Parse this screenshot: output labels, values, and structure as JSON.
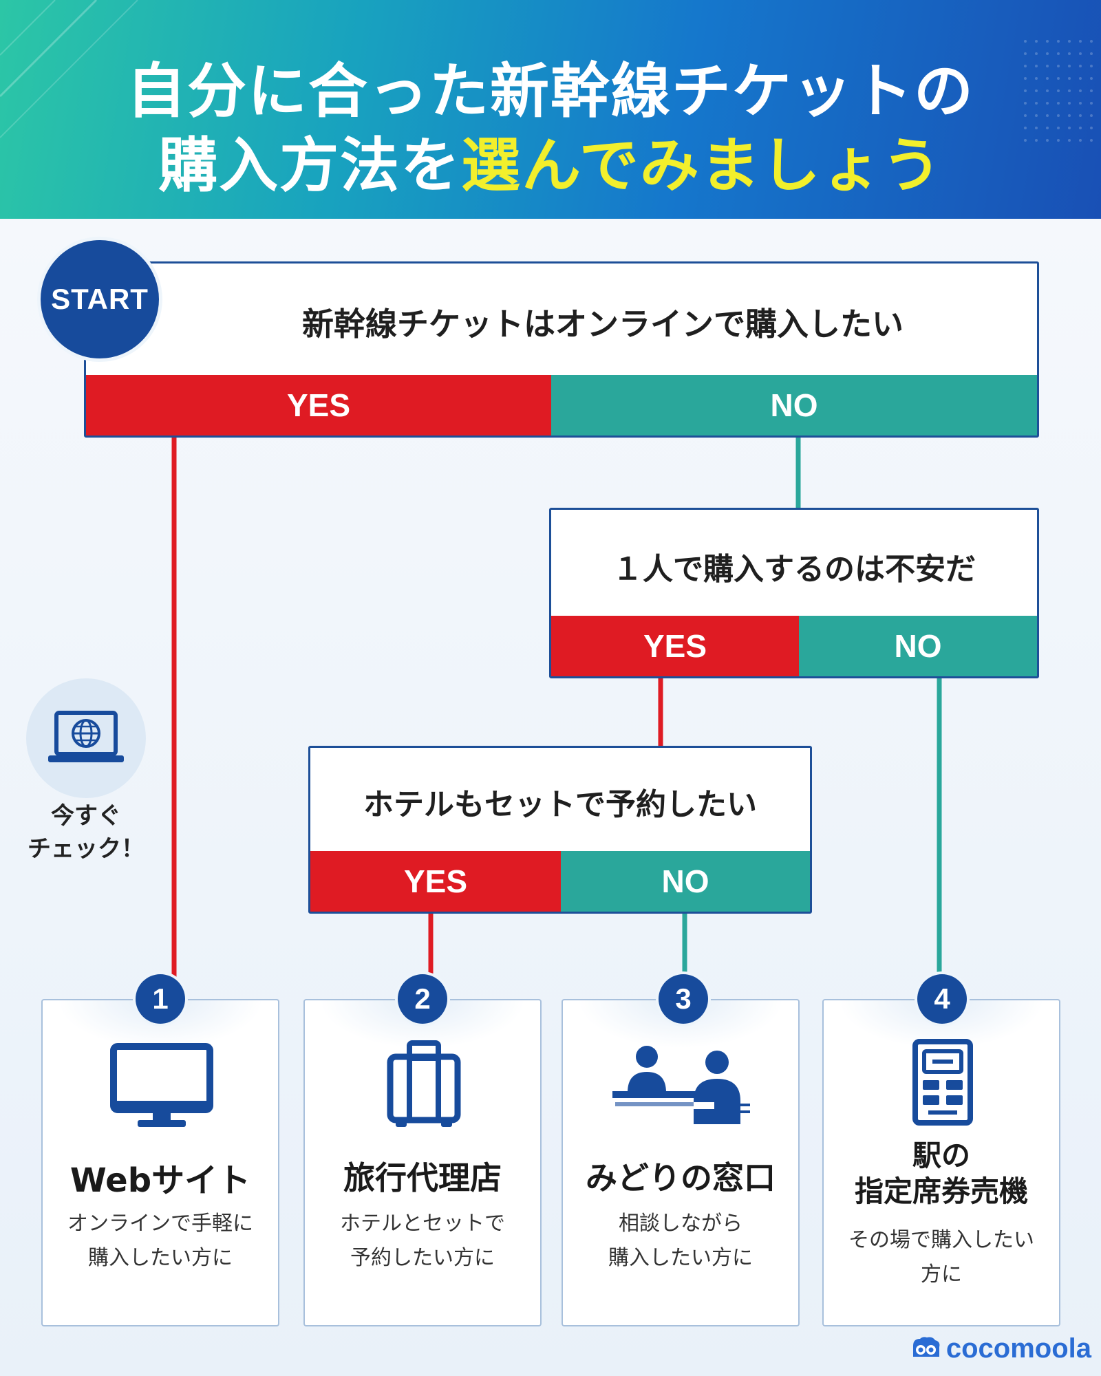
{
  "header": {
    "title_line1": "自分に合った新幹線チケットの",
    "title_line2_plain": "購入方法を",
    "title_line2_highlight": "選んでみましょう"
  },
  "start_label": "START",
  "questions": [
    {
      "text": "新幹線チケットはオンラインで購入したい",
      "yes": "YES",
      "no": "NO"
    },
    {
      "text": "１人で購入するのは不安だ",
      "yes": "YES",
      "no": "NO"
    },
    {
      "text": "ホテルもセットで予約したい",
      "yes": "YES",
      "no": "NO"
    }
  ],
  "side_note": {
    "line1": "今すぐ",
    "line2": "チェック！",
    "icon": "laptop-globe-icon"
  },
  "results": [
    {
      "number": "1",
      "icon": "monitor-icon",
      "title": "Webサイト",
      "desc1": "オンラインで手軽に",
      "desc2": "購入したい方に"
    },
    {
      "number": "2",
      "icon": "suitcase-icon",
      "title": "旅行代理店",
      "desc1": "ホテルとセットで",
      "desc2": "予約したい方に"
    },
    {
      "number": "3",
      "icon": "counter-staff-icon",
      "title": "みどりの窓口",
      "desc1": "相談しながら",
      "desc2": "購入したい方に"
    },
    {
      "number": "4",
      "icon": "ticket-machine-icon",
      "title1": "駅の",
      "title2": "指定席券売機",
      "desc1": "その場で購入したい",
      "desc2": "方に"
    }
  ],
  "brand": {
    "name": "cocomoola",
    "icon": "cocomoola-logo-icon"
  },
  "colors": {
    "yes": "#df1b23",
    "no": "#2aa79b",
    "navy": "#174b9c",
    "highlight": "#f2ef2c"
  }
}
